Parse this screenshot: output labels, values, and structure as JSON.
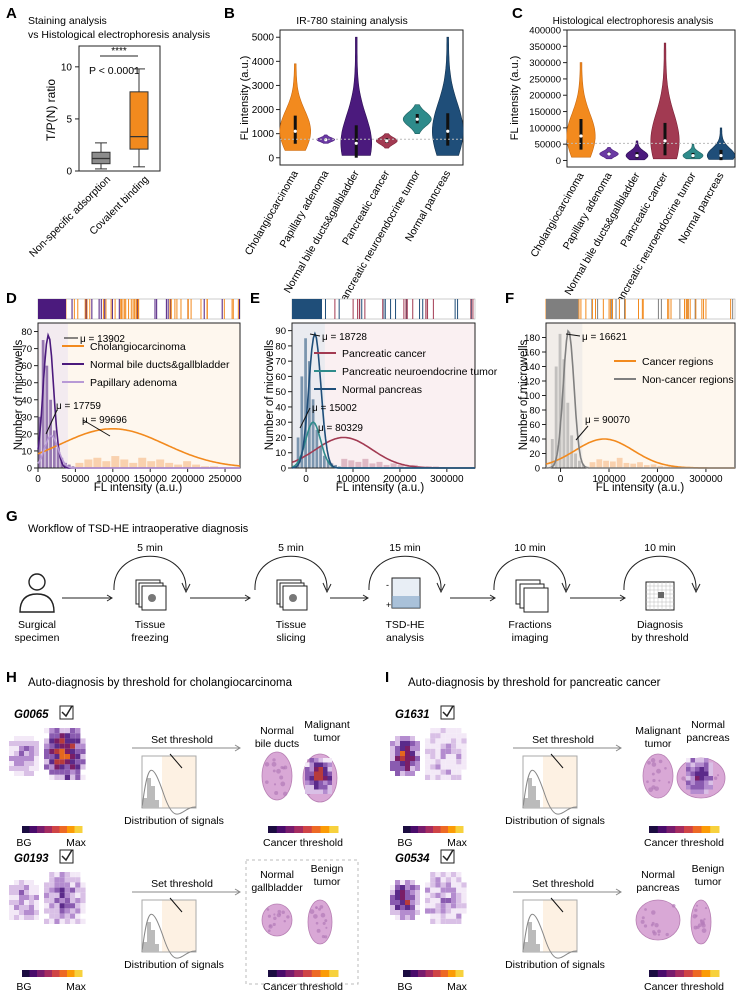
{
  "panels": {
    "A": {
      "letter": "A",
      "title1": "Staining analysis",
      "title2": "vs Histological electrophoresis analysis",
      "ylabel": "T/P(N) ratio",
      "pvalue": "P < 0.0001",
      "stars": "****",
      "yticks": [
        "0",
        "5",
        "10"
      ],
      "categories": [
        "Non-specific adsorption",
        "Covalent binding"
      ]
    },
    "B": {
      "letter": "B",
      "title": "IR-780 staining analysis",
      "ylabel": "FL intensity (a.u.)",
      "yticks": [
        "0",
        "1000",
        "2000",
        "3000",
        "4000",
        "5000"
      ]
    },
    "C": {
      "letter": "C",
      "title": "Histological electrophoresis analysis",
      "ylabel": "FL intensity (a.u.)",
      "yticks": [
        "0",
        "50000",
        "100000",
        "150000",
        "200000",
        "250000",
        "300000",
        "350000",
        "400000"
      ]
    },
    "violin_categories": [
      "Cholangiocarcinoma",
      "Papillary adenoma",
      "Normal bile ducts&gallbladder",
      "Pancreatic cancer",
      "Pancreatic neuroendocrine tumor",
      "Normal pancreas"
    ],
    "D": {
      "letter": "D",
      "ylabel": "Number of microwells",
      "xlabel": "FL intensity (a.u.)",
      "xticks": [
        "0",
        "50000",
        "100000",
        "150000",
        "200000",
        "250000"
      ],
      "yticks": [
        "0",
        "10",
        "20",
        "30",
        "40",
        "50",
        "60",
        "70",
        "80"
      ],
      "legend": [
        "Cholangiocarcinoma",
        "Normal bile ducts&gallbladder",
        "Papillary adenoma"
      ],
      "mu": [
        "μ = 13902",
        "μ = 17759",
        "μ = 99696"
      ]
    },
    "E": {
      "letter": "E",
      "ylabel": "Number of microwells",
      "xlabel": "FL intensity (a.u.)",
      "xticks": [
        "0",
        "100000",
        "200000",
        "300000"
      ],
      "yticks": [
        "0",
        "10",
        "20",
        "30",
        "40",
        "50",
        "60",
        "70",
        "80",
        "90"
      ],
      "legend": [
        "Pancreatic cancer",
        "Pancreatic neuroendocrine tumor",
        "Normal pancreas"
      ],
      "mu": [
        "μ = 18728",
        "μ = 15002",
        "μ = 80329"
      ]
    },
    "F": {
      "letter": "F",
      "ylabel": "Number of microwells",
      "xlabel": "FL intensity (a.u.)",
      "xticks": [
        "0",
        "100000",
        "200000",
        "300000"
      ],
      "yticks": [
        "0",
        "20",
        "40",
        "60",
        "80",
        "100",
        "120",
        "140",
        "160",
        "180"
      ],
      "legend": [
        "Cancer regions",
        "Non-cancer regions"
      ],
      "mu": [
        "μ = 16621",
        "μ = 90070"
      ]
    },
    "G": {
      "letter": "G",
      "title": "Workflow of TSD-HE intraoperative diagnosis",
      "steps": [
        {
          "time": "",
          "label1": "Surgical",
          "label2": "specimen"
        },
        {
          "time": "5 min",
          "label1": "Tissue",
          "label2": "freezing"
        },
        {
          "time": "5 min",
          "label1": "Tissue",
          "label2": "slicing"
        },
        {
          "time": "15 min",
          "label1": "TSD-HE",
          "label2": "analysis"
        },
        {
          "time": "10 min",
          "label1": "Fractions",
          "label2": "imaging"
        },
        {
          "time": "10 min",
          "label1": "Diagnosis",
          "label2": "by threshold"
        }
      ]
    },
    "H": {
      "letter": "H",
      "title": "Auto-diagnosis by threshold for cholangiocarcinoma",
      "cases": [
        {
          "id": "G0065",
          "set": "Set threshold",
          "dist": "Distribution of signals",
          "bg": "BG",
          "max": "Max",
          "ct": "Cancer threshold",
          "tissue1": [
            "Normal",
            "bile ducts"
          ],
          "tissue2": [
            "Malignant",
            "tumor"
          ]
        },
        {
          "id": "G0193",
          "set": "Set threshold",
          "dist": "Distribution of signals",
          "bg": "BG",
          "max": "Max",
          "ct": "Cancer threshold",
          "tissue1": [
            "Normal",
            "gallbladder"
          ],
          "tissue2": [
            "Benign",
            "tumor"
          ]
        }
      ]
    },
    "I": {
      "letter": "I",
      "title": "Auto-diagnosis by threshold for pancreatic cancer",
      "cases": [
        {
          "id": "G1631",
          "set": "Set threshold",
          "dist": "Distribution of signals",
          "bg": "BG",
          "max": "Max",
          "ct": "Cancer threshold",
          "tissue1": [
            "Malignant",
            "tumor"
          ],
          "tissue2": [
            "Normal",
            "pancreas"
          ]
        },
        {
          "id": "G0534",
          "set": "Set threshold",
          "dist": "Distribution of signals",
          "bg": "BG",
          "max": "Max",
          "ct": "Cancer threshold",
          "tissue1": [
            "Normal",
            "pancreas"
          ],
          "tissue2": [
            "Benign",
            "tumor"
          ]
        }
      ]
    }
  },
  "colors": {
    "orange": "#f28a1e",
    "purple": "#4b1a7d",
    "lavender": "#b89ad6",
    "crimson": "#a23a52",
    "teal": "#2e8b8b",
    "navy": "#1f4e79",
    "gray": "#7f7f7f"
  },
  "chart_data": [
    {
      "type": "box",
      "panel": "A",
      "categories": [
        "Non-specific adsorption",
        "Covalent binding"
      ],
      "series": [
        {
          "values": {
            "min": 0.2,
            "q1": 0.7,
            "median": 1.2,
            "q3": 1.8,
            "max": 2.7
          }
        },
        {
          "values": {
            "min": 0.4,
            "q1": 2.1,
            "median": 3.3,
            "q3": 7.6,
            "max": 9.8
          }
        }
      ],
      "ylim": [
        0,
        12
      ]
    },
    {
      "type": "violin",
      "panel": "B",
      "categories": [
        "Cholangiocarcinoma",
        "Papillary adenoma",
        "Normal bile ducts&gallbladder",
        "Pancreatic cancer",
        "Pancreatic neuroendocrine tumor",
        "Normal pancreas"
      ],
      "values": [
        {
          "min": 300,
          "median": 1100,
          "max": 3900
        },
        {
          "min": 600,
          "median": 750,
          "max": 950
        },
        {
          "min": 100,
          "median": 600,
          "max": 5000
        },
        {
          "min": 400,
          "median": 700,
          "max": 1000
        },
        {
          "min": 1000,
          "median": 1600,
          "max": 2200
        },
        {
          "min": 100,
          "median": 1100,
          "max": 5000
        }
      ],
      "ylim": [
        -300,
        5300
      ]
    },
    {
      "type": "violin",
      "panel": "C",
      "categories": [
        "Cholangiocarcinoma",
        "Papillary adenoma",
        "Normal bile ducts&gallbladder",
        "Pancreatic cancer",
        "Pancreatic neuroendocrine tumor",
        "Normal pancreas"
      ],
      "values": [
        {
          "min": 10000,
          "median": 75000,
          "max": 300000
        },
        {
          "min": 5000,
          "median": 20000,
          "max": 40000
        },
        {
          "min": 2000,
          "median": 15000,
          "max": 60000
        },
        {
          "min": 5000,
          "median": 60000,
          "max": 360000
        },
        {
          "min": 5000,
          "median": 15000,
          "max": 50000
        },
        {
          "min": 3000,
          "median": 15000,
          "max": 100000
        }
      ],
      "ylim": [
        -20000,
        400000
      ]
    },
    {
      "type": "line",
      "panel": "D",
      "series": [
        {
          "name": "Cholangiocarcinoma",
          "mu": 99696,
          "peak": 23
        },
        {
          "name": "Normal bile ducts&gallbladder",
          "mu": 13902,
          "peak": 78
        },
        {
          "name": "Papillary adenoma",
          "mu": 17759,
          "peak": 19
        }
      ],
      "xlim": [
        0,
        270000
      ],
      "ylim": [
        0,
        85
      ]
    },
    {
      "type": "line",
      "panel": "E",
      "series": [
        {
          "name": "Pancreatic cancer",
          "mu": 80329,
          "peak": 20
        },
        {
          "name": "Pancreatic neuroendocrine tumor",
          "mu": 15002,
          "peak": 30
        },
        {
          "name": "Normal pancreas",
          "mu": 18728,
          "peak": 88
        }
      ],
      "xlim": [
        -30000,
        360000
      ],
      "ylim": [
        0,
        95
      ]
    },
    {
      "type": "line",
      "panel": "F",
      "series": [
        {
          "name": "Cancer regions",
          "mu": 90070,
          "peak": 40
        },
        {
          "name": "Non-cancer regions",
          "mu": 16621,
          "peak": 190
        }
      ],
      "xlim": [
        -30000,
        360000
      ],
      "ylim": [
        0,
        200
      ]
    }
  ]
}
